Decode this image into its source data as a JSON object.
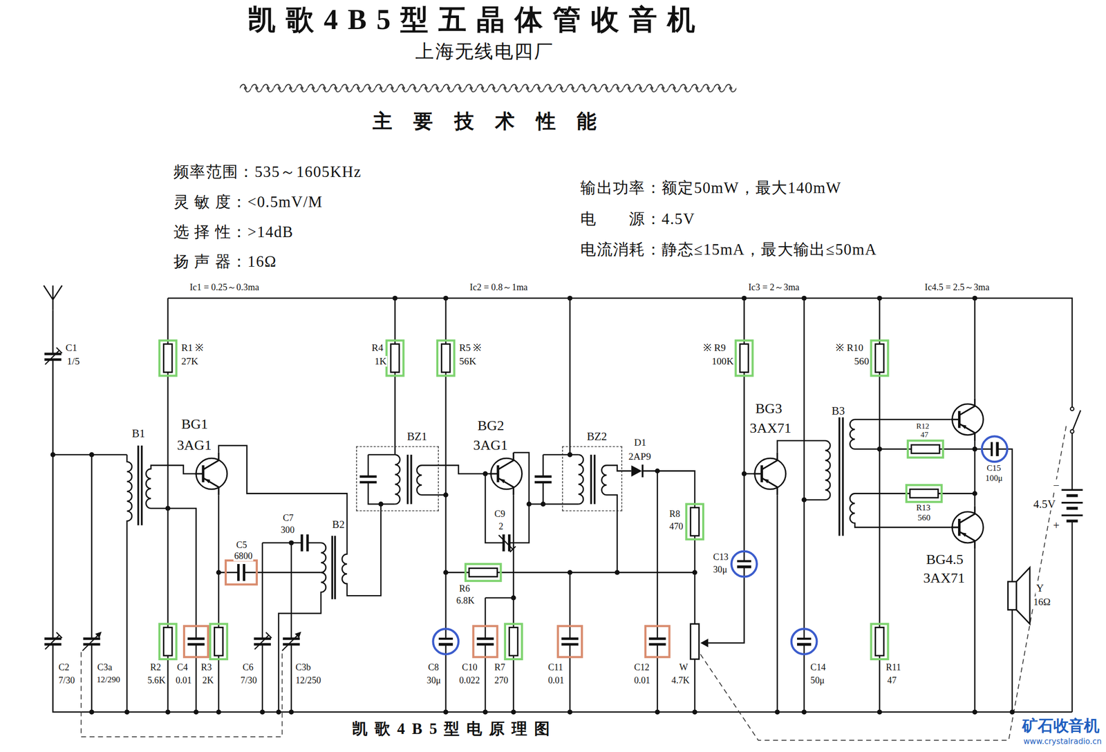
{
  "diagram": {
    "title": "凯歌4B5型五晶体管收音机",
    "caption": "凯歌4B5型电原理图",
    "nodes": [
      {
        "text": [
          "BZ1"
        ]
      },
      {
        "text": [
          "BZ2"
        ]
      }
    ],
    "labels": [
      "上海无线电四厂",
      "主要技术性能",
      "频率范围：535～1605KHz",
      "灵 敏 度：<0.5mV/M",
      "选 择 性：>14dB",
      "扬 声 器：16Ω",
      "输出功率：额定50mW，最大140mW",
      "电　　源：4.5V",
      "电流消耗：静态≤15mA，最大输出≤50mA",
      "Ic1 = 0.25～0.3ma",
      "Ic2 = 0.8～1ma",
      "Ic3 = 2～3ma",
      "Ic4.5 = 2.5～3ma",
      "C1",
      "1/5",
      "R1 ※",
      "27K",
      "B1",
      "BG1",
      "3AG1",
      "R4",
      "1K",
      "R5 ※",
      "56K",
      "BG2",
      "3AG1",
      "D1",
      "2AP9",
      "※ R9",
      "100K",
      "BG3",
      "3AX71",
      "B3",
      "※ R10",
      "560",
      "R12",
      "47",
      "C15",
      "100μ",
      "R13",
      "560",
      "BG4.5",
      "3AX71",
      "−",
      "4.5V",
      "+",
      "Y",
      "16Ω",
      "C7",
      "300",
      "B2",
      "C5",
      "6800",
      "C9",
      "2",
      "R6",
      "6.8K",
      "R8",
      "470",
      "C13",
      "30μ",
      "C2",
      "7/30",
      "C3a",
      "12/290",
      "R2",
      "5.6K",
      "C4",
      "0.01",
      "R3",
      "2K",
      "C6",
      "7/30",
      "C3b",
      "12/250",
      "C8",
      "30μ",
      "C10",
      "0.022",
      "R7",
      "270",
      "C11",
      "0.01",
      "C12",
      "0.01",
      "W",
      "4.7K",
      "C14",
      "50μ",
      "R11",
      "47",
      "矿石收音机",
      "www.crystalradio.cn"
    ]
  }
}
